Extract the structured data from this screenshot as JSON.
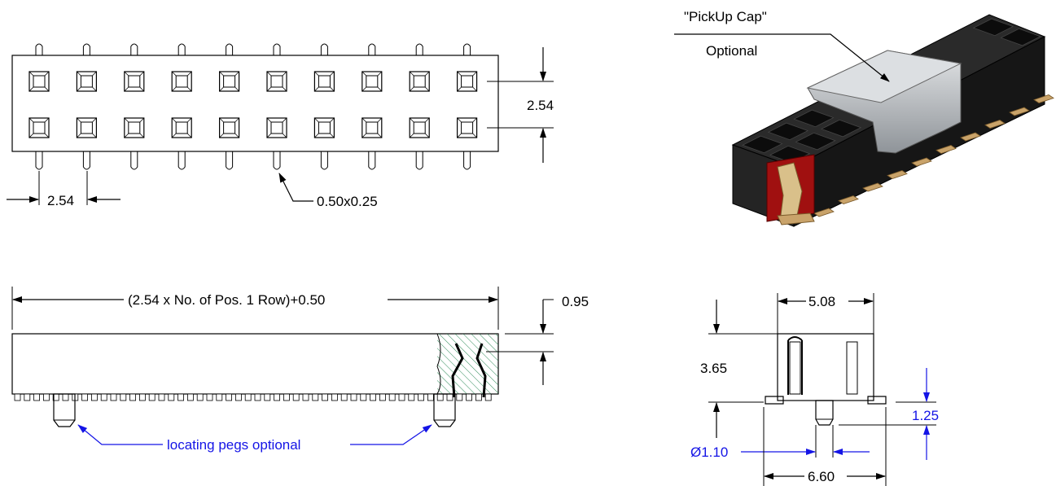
{
  "top_view": {
    "pitch_label": "2.54",
    "row_spacing_label": "2.54",
    "pin_size_label": "0.50x0.25",
    "positions_per_row": 10,
    "rows": 2
  },
  "iso_view": {
    "cap_label": "\"PickUp Cap\"",
    "cap_note": "Optional"
  },
  "side_view": {
    "length_label": "(2.54 x No. of Pos. 1 Row)+0.50",
    "top_offset_label": "0.95",
    "pegs_label": "locating pegs optional"
  },
  "end_view": {
    "width_label": "5.08",
    "height_label": "3.65",
    "peg_length_label": "1.25",
    "peg_diameter_label": "Ø1.10",
    "footprint_width_label": "6.60"
  },
  "colors": {
    "line": "#000000",
    "annotation_blue": "#1414e6",
    "hatch": "#2e8b57",
    "body_black": "#1c1c1c",
    "cap_gray": "#b8bcc0",
    "contact_tan": "#c9a36a",
    "section_red": "#a01010"
  }
}
